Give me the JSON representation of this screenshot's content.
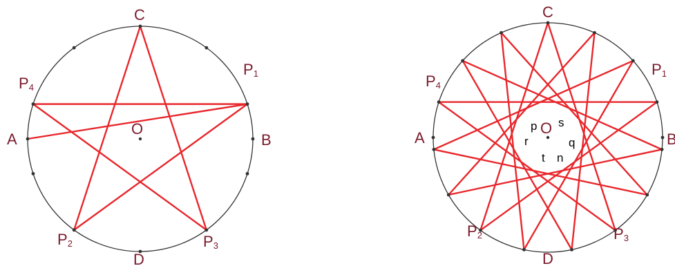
{
  "colors": {
    "circle": "#333333",
    "star": "#e8262b",
    "label": "#7a1a2b",
    "point": "#333333",
    "inner_label": "#000000"
  },
  "left_figure": {
    "labels": {
      "c": "C",
      "p1": "P",
      "p1_sub": "1",
      "p4": "P",
      "p4_sub": "4",
      "a": "A",
      "b": "B",
      "o": "O",
      "p2": "P",
      "p2_sub": "2",
      "p3": "P",
      "p3_sub": "3",
      "d": "D"
    },
    "star_points": 5
  },
  "right_figure": {
    "labels": {
      "c": "C",
      "p1": "P",
      "p1_sub": "1",
      "p4": "P",
      "p4_sub": "4",
      "a": "A",
      "b": "B",
      "o": "O",
      "p2": "P",
      "p2_sub": "2",
      "p3": "P",
      "p3_sub": "3",
      "d": "D"
    },
    "inner_labels": {
      "p": "p",
      "s": "s",
      "r": "r",
      "q": "q",
      "t": "t",
      "n": "n"
    },
    "star_points": 15
  }
}
